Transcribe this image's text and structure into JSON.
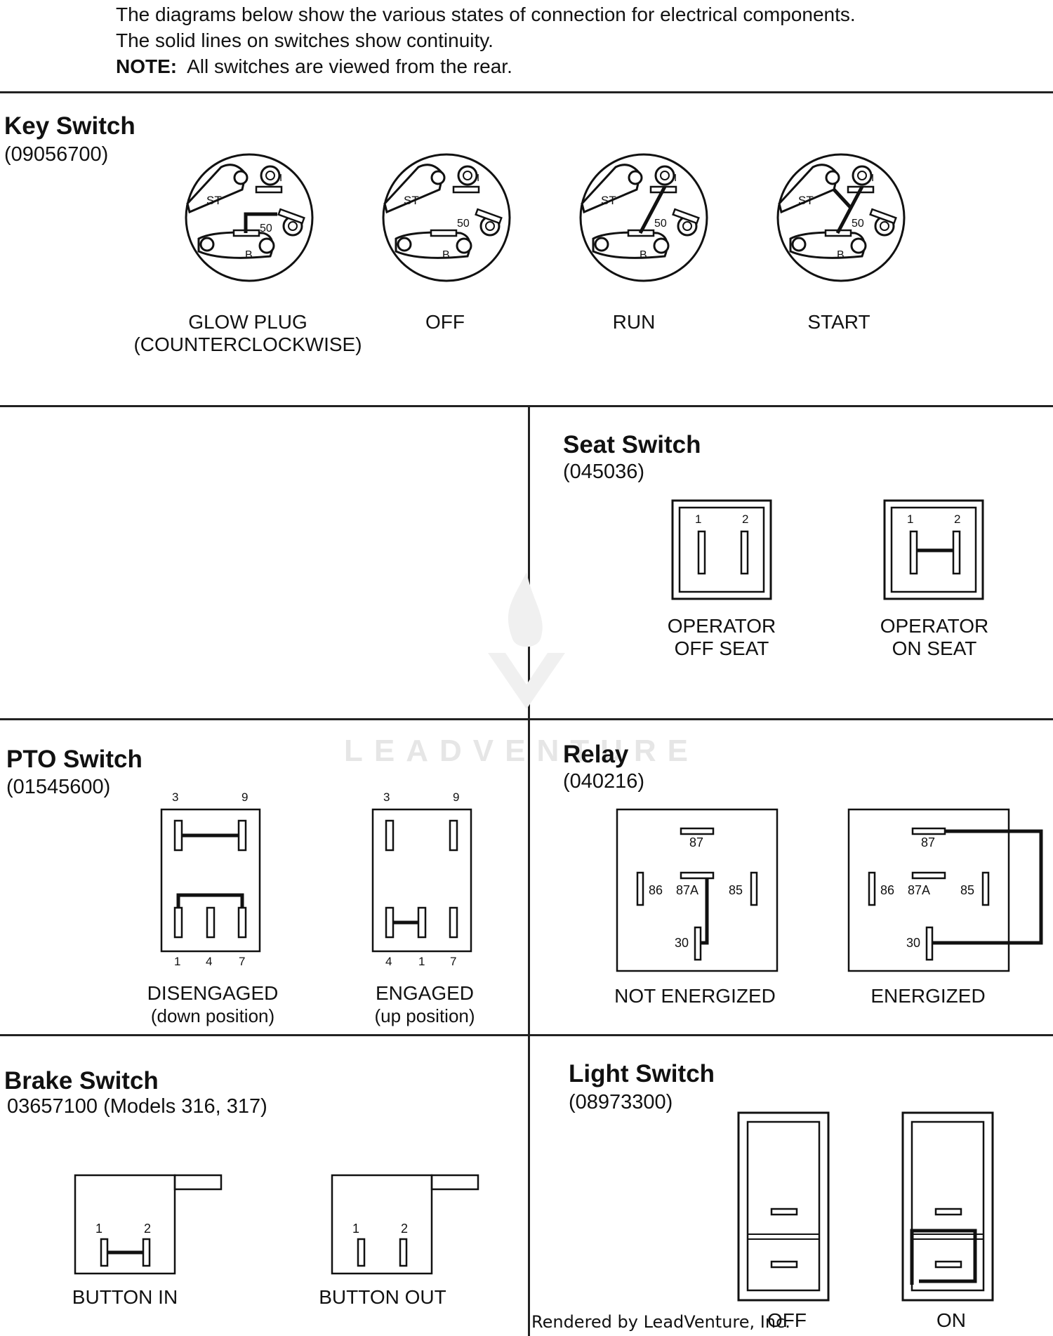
{
  "intro": {
    "line1": "The diagrams below show the various states of connection for electrical components.",
    "line2": "The solid lines on switches show continuity.",
    "note_label": "NOTE:",
    "note_text": "All switches are viewed from the rear."
  },
  "key_switch": {
    "title": "Key Switch",
    "part": "(09056700)",
    "terminals": [
      "ST",
      "I",
      "50",
      "B"
    ],
    "states": [
      {
        "label": "GLOW PLUG",
        "sub": "(COUNTERCLOCKWISE)"
      },
      {
        "label": "OFF",
        "sub": ""
      },
      {
        "label": "RUN",
        "sub": ""
      },
      {
        "label": "START",
        "sub": ""
      }
    ]
  },
  "seat_switch": {
    "title": "Seat Switch",
    "part": "(045036)",
    "terminals": [
      "1",
      "2"
    ],
    "states": [
      {
        "label": "OPERATOR",
        "sub": "OFF SEAT"
      },
      {
        "label": "OPERATOR",
        "sub": "ON SEAT"
      }
    ]
  },
  "pto_switch": {
    "title": "PTO Switch",
    "part": "(01545600)",
    "states": [
      {
        "label": "DISENGAGED",
        "sub": "(down position)",
        "top": [
          "3",
          "9"
        ],
        "bottom": [
          "1",
          "4",
          "7"
        ]
      },
      {
        "label": "ENGAGED",
        "sub": "(up position)",
        "top": [
          "3",
          "9"
        ],
        "bottom": [
          "4",
          "1",
          "7"
        ]
      }
    ]
  },
  "relay": {
    "title": "Relay",
    "part": "(040216)",
    "terminals": [
      "87",
      "86",
      "87A",
      "85",
      "30"
    ],
    "states": [
      {
        "label": "NOT ENERGIZED"
      },
      {
        "label": "ENERGIZED"
      }
    ]
  },
  "brake_switch": {
    "title": "Brake  Switch",
    "part": "03657100 (Models 316, 317)",
    "terminals": [
      "1",
      "2"
    ],
    "states": [
      {
        "label": "BUTTON IN"
      },
      {
        "label": "BUTTON OUT"
      }
    ]
  },
  "light_switch": {
    "title": "Light  Switch",
    "part": "(08973300)",
    "states": [
      {
        "label": "OFF"
      },
      {
        "label": "ON"
      }
    ]
  },
  "footer": {
    "rendered_by": "Rendered by LeadVenture, Inc."
  },
  "watermark": {
    "text": "LEADVENTURE"
  }
}
